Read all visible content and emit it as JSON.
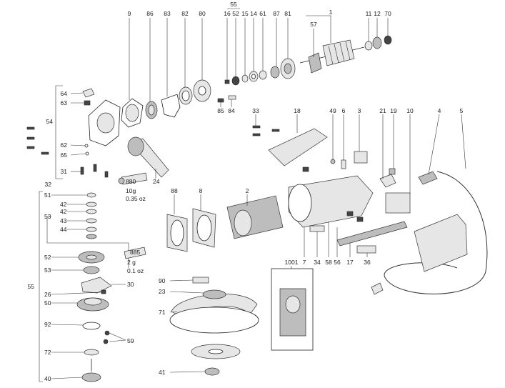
{
  "diagram": {
    "callouts": {
      "n9": "9",
      "n86": "86",
      "n83": "83",
      "n82": "82",
      "n80": "80",
      "n55top": "55",
      "n16": "16",
      "n52top": "52",
      "n15": "15",
      "n14": "14",
      "n61": "61",
      "n87": "87",
      "n81": "81",
      "n1": "1",
      "n57": "57",
      "n11": "11",
      "n12": "12",
      "n70": "70",
      "n64": "64",
      "n63": "63",
      "n54": "54",
      "n62": "62",
      "n65": "65",
      "n31": "31",
      "n32": "32",
      "n24": "24",
      "n880": "880",
      "n85a": "85",
      "n84": "84",
      "n33": "33",
      "n18": "18",
      "n49": "49",
      "n6": "6",
      "n3": "3",
      "n21": "21",
      "n19": "19",
      "n10": "10",
      "n4": "4",
      "n5": "5",
      "n88": "88",
      "n8": "8",
      "n2": "2",
      "n7": "7",
      "n34": "34",
      "n58": "58",
      "n56": "56",
      "n17": "17",
      "n36": "36",
      "n1001": "1001",
      "n51": "51",
      "n42a": "42",
      "n42b": "42",
      "n43": "43",
      "n44": "44",
      "n53a": "53",
      "n52": "52",
      "n885": "885",
      "n53b": "53",
      "n30": "30",
      "n26": "26",
      "n50": "50",
      "n92": "92",
      "n59": "59",
      "n72": "72",
      "n40": "40",
      "n55left": "55",
      "n90": "90",
      "n23": "23",
      "n71": "71",
      "n41": "41"
    },
    "notes": {
      "grease_10g": "10g",
      "grease_035oz": "0.35 oz",
      "grease_2g": "2 g",
      "grease_01oz": "0.1 oz"
    }
  }
}
